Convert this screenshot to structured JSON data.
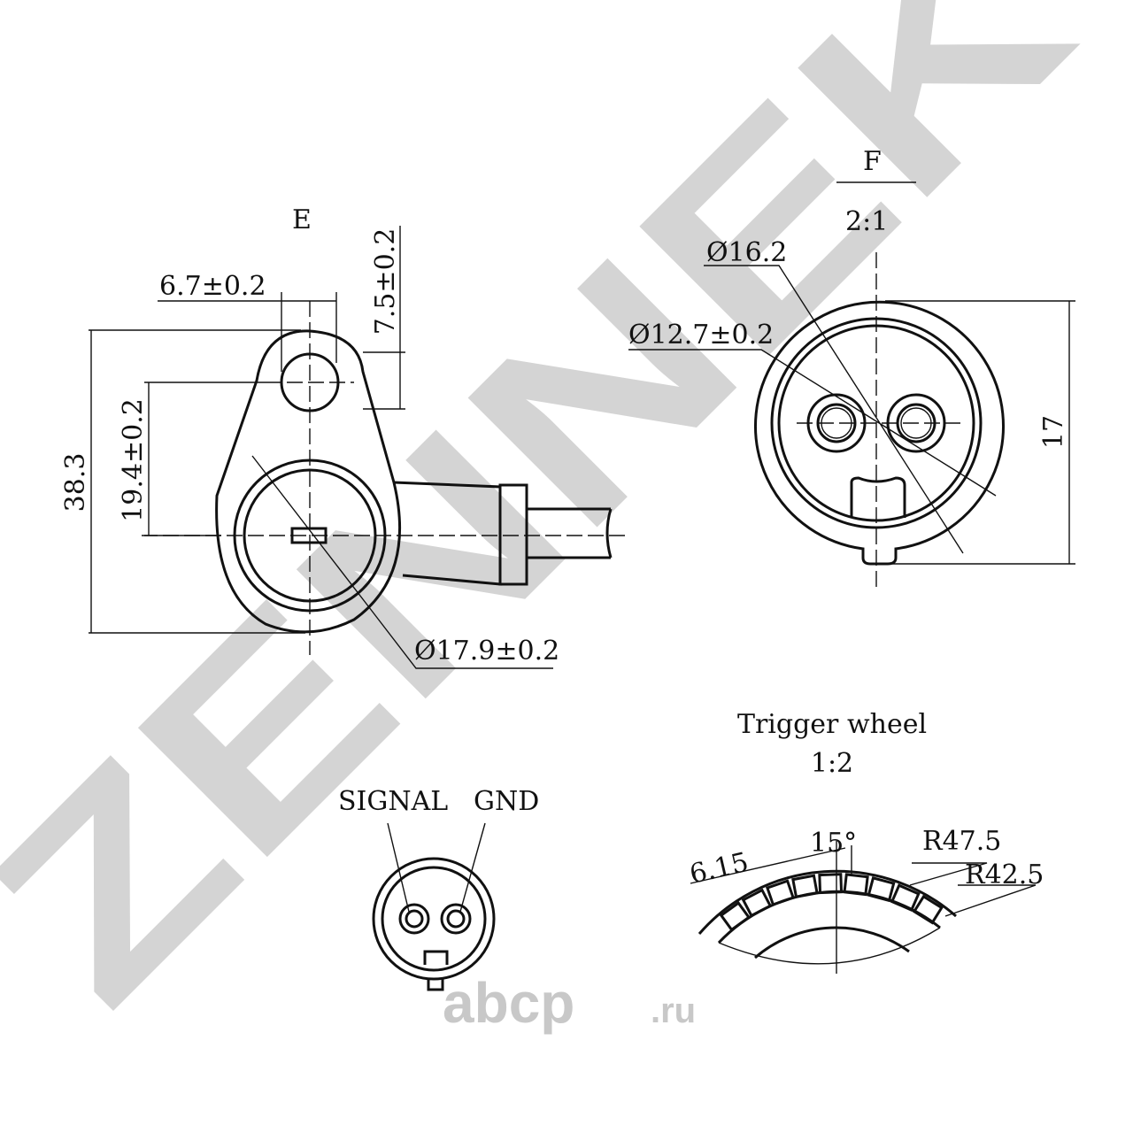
{
  "watermark": {
    "brand": "ZENNEK",
    "site": "abcp",
    "site_tld": ".ru"
  },
  "view_e": {
    "title": "E",
    "dim_width": "6.7±0.2",
    "dim_hole_offset": "7.5±0.2",
    "dim_height": "38.3",
    "dim_center": "19.4±0.2",
    "dim_diameter": "Ø17.9±0.2"
  },
  "view_f": {
    "title": "F",
    "scale": "2:1",
    "dim_outer": "Ø16.2",
    "dim_inner": "Ø12.7±0.2",
    "dim_height": "17"
  },
  "connector": {
    "pin_signal": "SIGNAL",
    "pin_gnd": "GND"
  },
  "trigger_wheel": {
    "title": "Trigger wheel",
    "scale": "1:2",
    "dim_tooth": "6.15",
    "dim_angle": "15°",
    "dim_outer_radius": "R47.5",
    "dim_inner_radius": "R42.5"
  }
}
